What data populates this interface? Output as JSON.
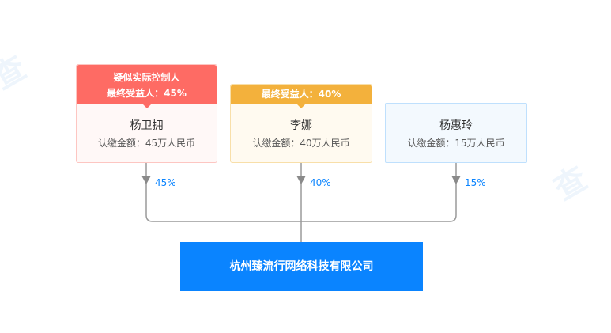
{
  "shareholders": [
    {
      "badge1": "疑似实际控制人",
      "badge2": "最终受益人：45%",
      "name": "杨卫拥",
      "amount": "认缴金额：45万人民币",
      "percent": "45%"
    },
    {
      "badge2": "最终受益人：40%",
      "name": "李娜",
      "amount": "认缴金额：40万人民币",
      "percent": "40%"
    },
    {
      "name": "杨惠玲",
      "amount": "认缴金额：15万人民币",
      "percent": "15%"
    }
  ],
  "company": {
    "name": "杭州臻流行网络科技有限公司"
  },
  "colors": {
    "red": "#fe6b64",
    "orange": "#f3b13c",
    "blue": "#0a84ff"
  }
}
